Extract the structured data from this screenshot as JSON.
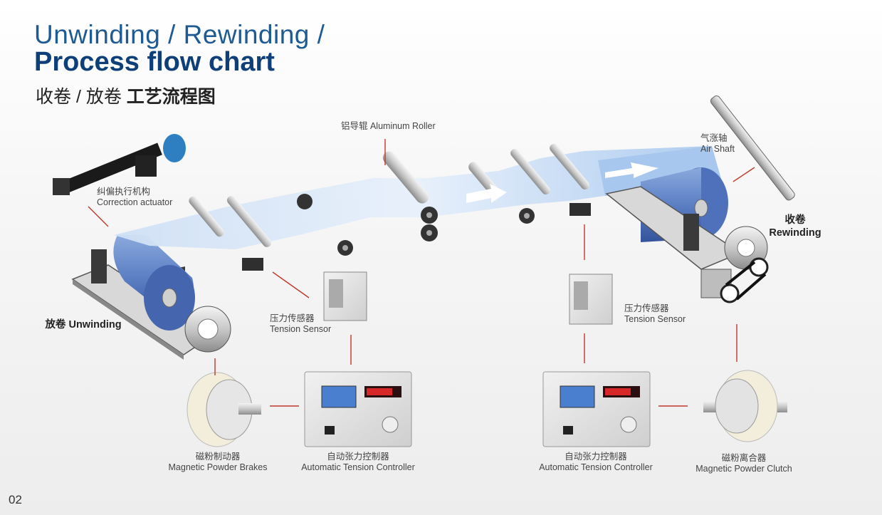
{
  "header": {
    "title_line1": "Unwinding / Rewinding /",
    "title_line2": "Process flow chart",
    "subtitle_cn_prefix": "收卷 / 放卷 ",
    "subtitle_cn_bold": "工艺流程图"
  },
  "labels": {
    "correction_actuator": {
      "cn": "纠偏执行机构",
      "en": "Correction actuator"
    },
    "aluminum_roller": "铝导辊 Aluminum Roller",
    "air_shaft": {
      "cn": "气涨轴",
      "en": "Air Shaft"
    },
    "unwinding": {
      "cn": "放卷",
      "en": "Unwinding"
    },
    "rewinding": {
      "cn": "收卷",
      "en": "Rewinding"
    },
    "tension_sensor_left": {
      "cn": "压力传感器",
      "en": "Tension Sensor"
    },
    "tension_sensor_right": {
      "cn": "压力传感器",
      "en": "Tension Sensor"
    },
    "powder_brake": {
      "cn": "磁粉制动器",
      "en": "Magnetic Powder Brakes"
    },
    "controller_left": {
      "cn": "自动张力控制器",
      "en": "Automatic Tension Controller"
    },
    "controller_right": {
      "cn": "自动张力控制器",
      "en": "Automatic Tension Controller"
    },
    "powder_clutch": {
      "cn": "磁粉离合器",
      "en": "Magnetic Powder Clutch"
    }
  },
  "page_number": "02",
  "colors": {
    "title_blue": "#1e5a93",
    "title_dark_blue": "#0f3f78",
    "connector_red": "#c0392b",
    "web_blue": "#9ec3ee"
  }
}
